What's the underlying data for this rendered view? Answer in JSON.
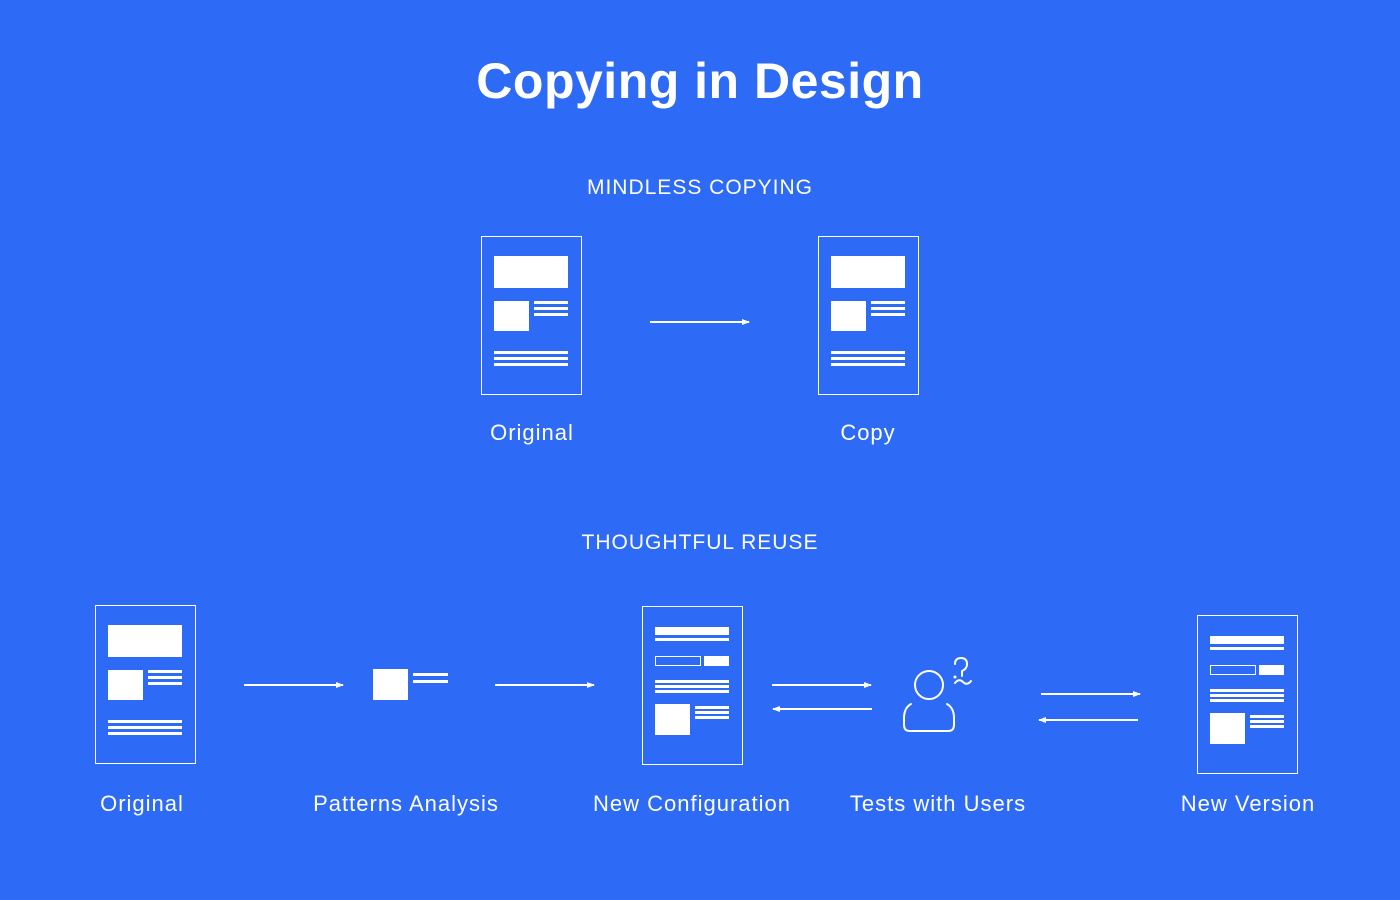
{
  "title": "Copying in Design",
  "mindless": {
    "heading": "MINDLESS COPYING",
    "original_label": "Original",
    "copy_label": "Copy"
  },
  "thoughtful": {
    "heading": "THOUGHTFUL REUSE",
    "steps": [
      {
        "label": "Original"
      },
      {
        "label": "Patterns Analysis"
      },
      {
        "label": "New Configuration"
      },
      {
        "label": "Tests with Users"
      },
      {
        "label": "New Version"
      }
    ]
  },
  "colors": {
    "background": "#2d6af6",
    "foreground": "#ffffff"
  }
}
